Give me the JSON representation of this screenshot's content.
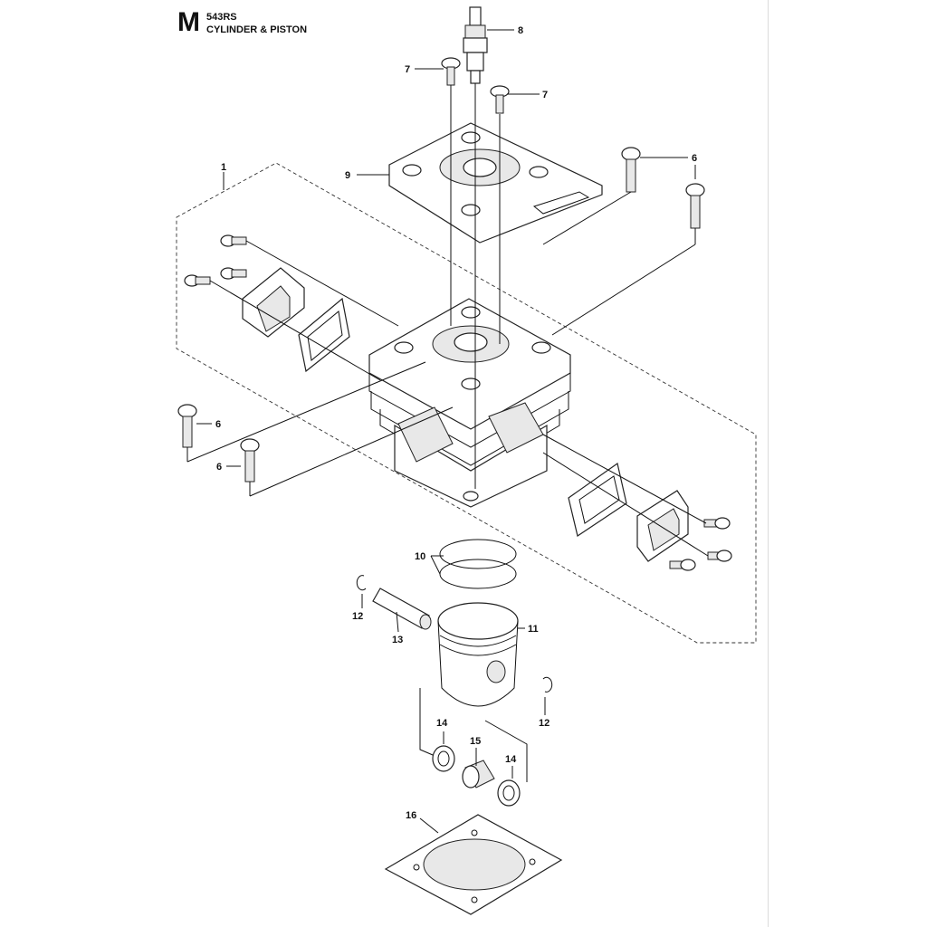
{
  "header": {
    "section_letter": "M",
    "model": "543RS",
    "title": "CYLINDER & PISTON"
  },
  "callouts": [
    {
      "id": "c1",
      "label": "1"
    },
    {
      "id": "c6a",
      "label": "6"
    },
    {
      "id": "c6b",
      "label": "6"
    },
    {
      "id": "c6c",
      "label": "6"
    },
    {
      "id": "c7a",
      "label": "7"
    },
    {
      "id": "c7b",
      "label": "7"
    },
    {
      "id": "c8",
      "label": "8"
    },
    {
      "id": "c9",
      "label": "9"
    },
    {
      "id": "c10",
      "label": "10"
    },
    {
      "id": "c11",
      "label": "11"
    },
    {
      "id": "c12a",
      "label": "12"
    },
    {
      "id": "c12b",
      "label": "12"
    },
    {
      "id": "c13",
      "label": "13"
    },
    {
      "id": "c14a",
      "label": "14"
    },
    {
      "id": "c14b",
      "label": "14"
    },
    {
      "id": "c15",
      "label": "15"
    },
    {
      "id": "c16",
      "label": "16"
    }
  ]
}
